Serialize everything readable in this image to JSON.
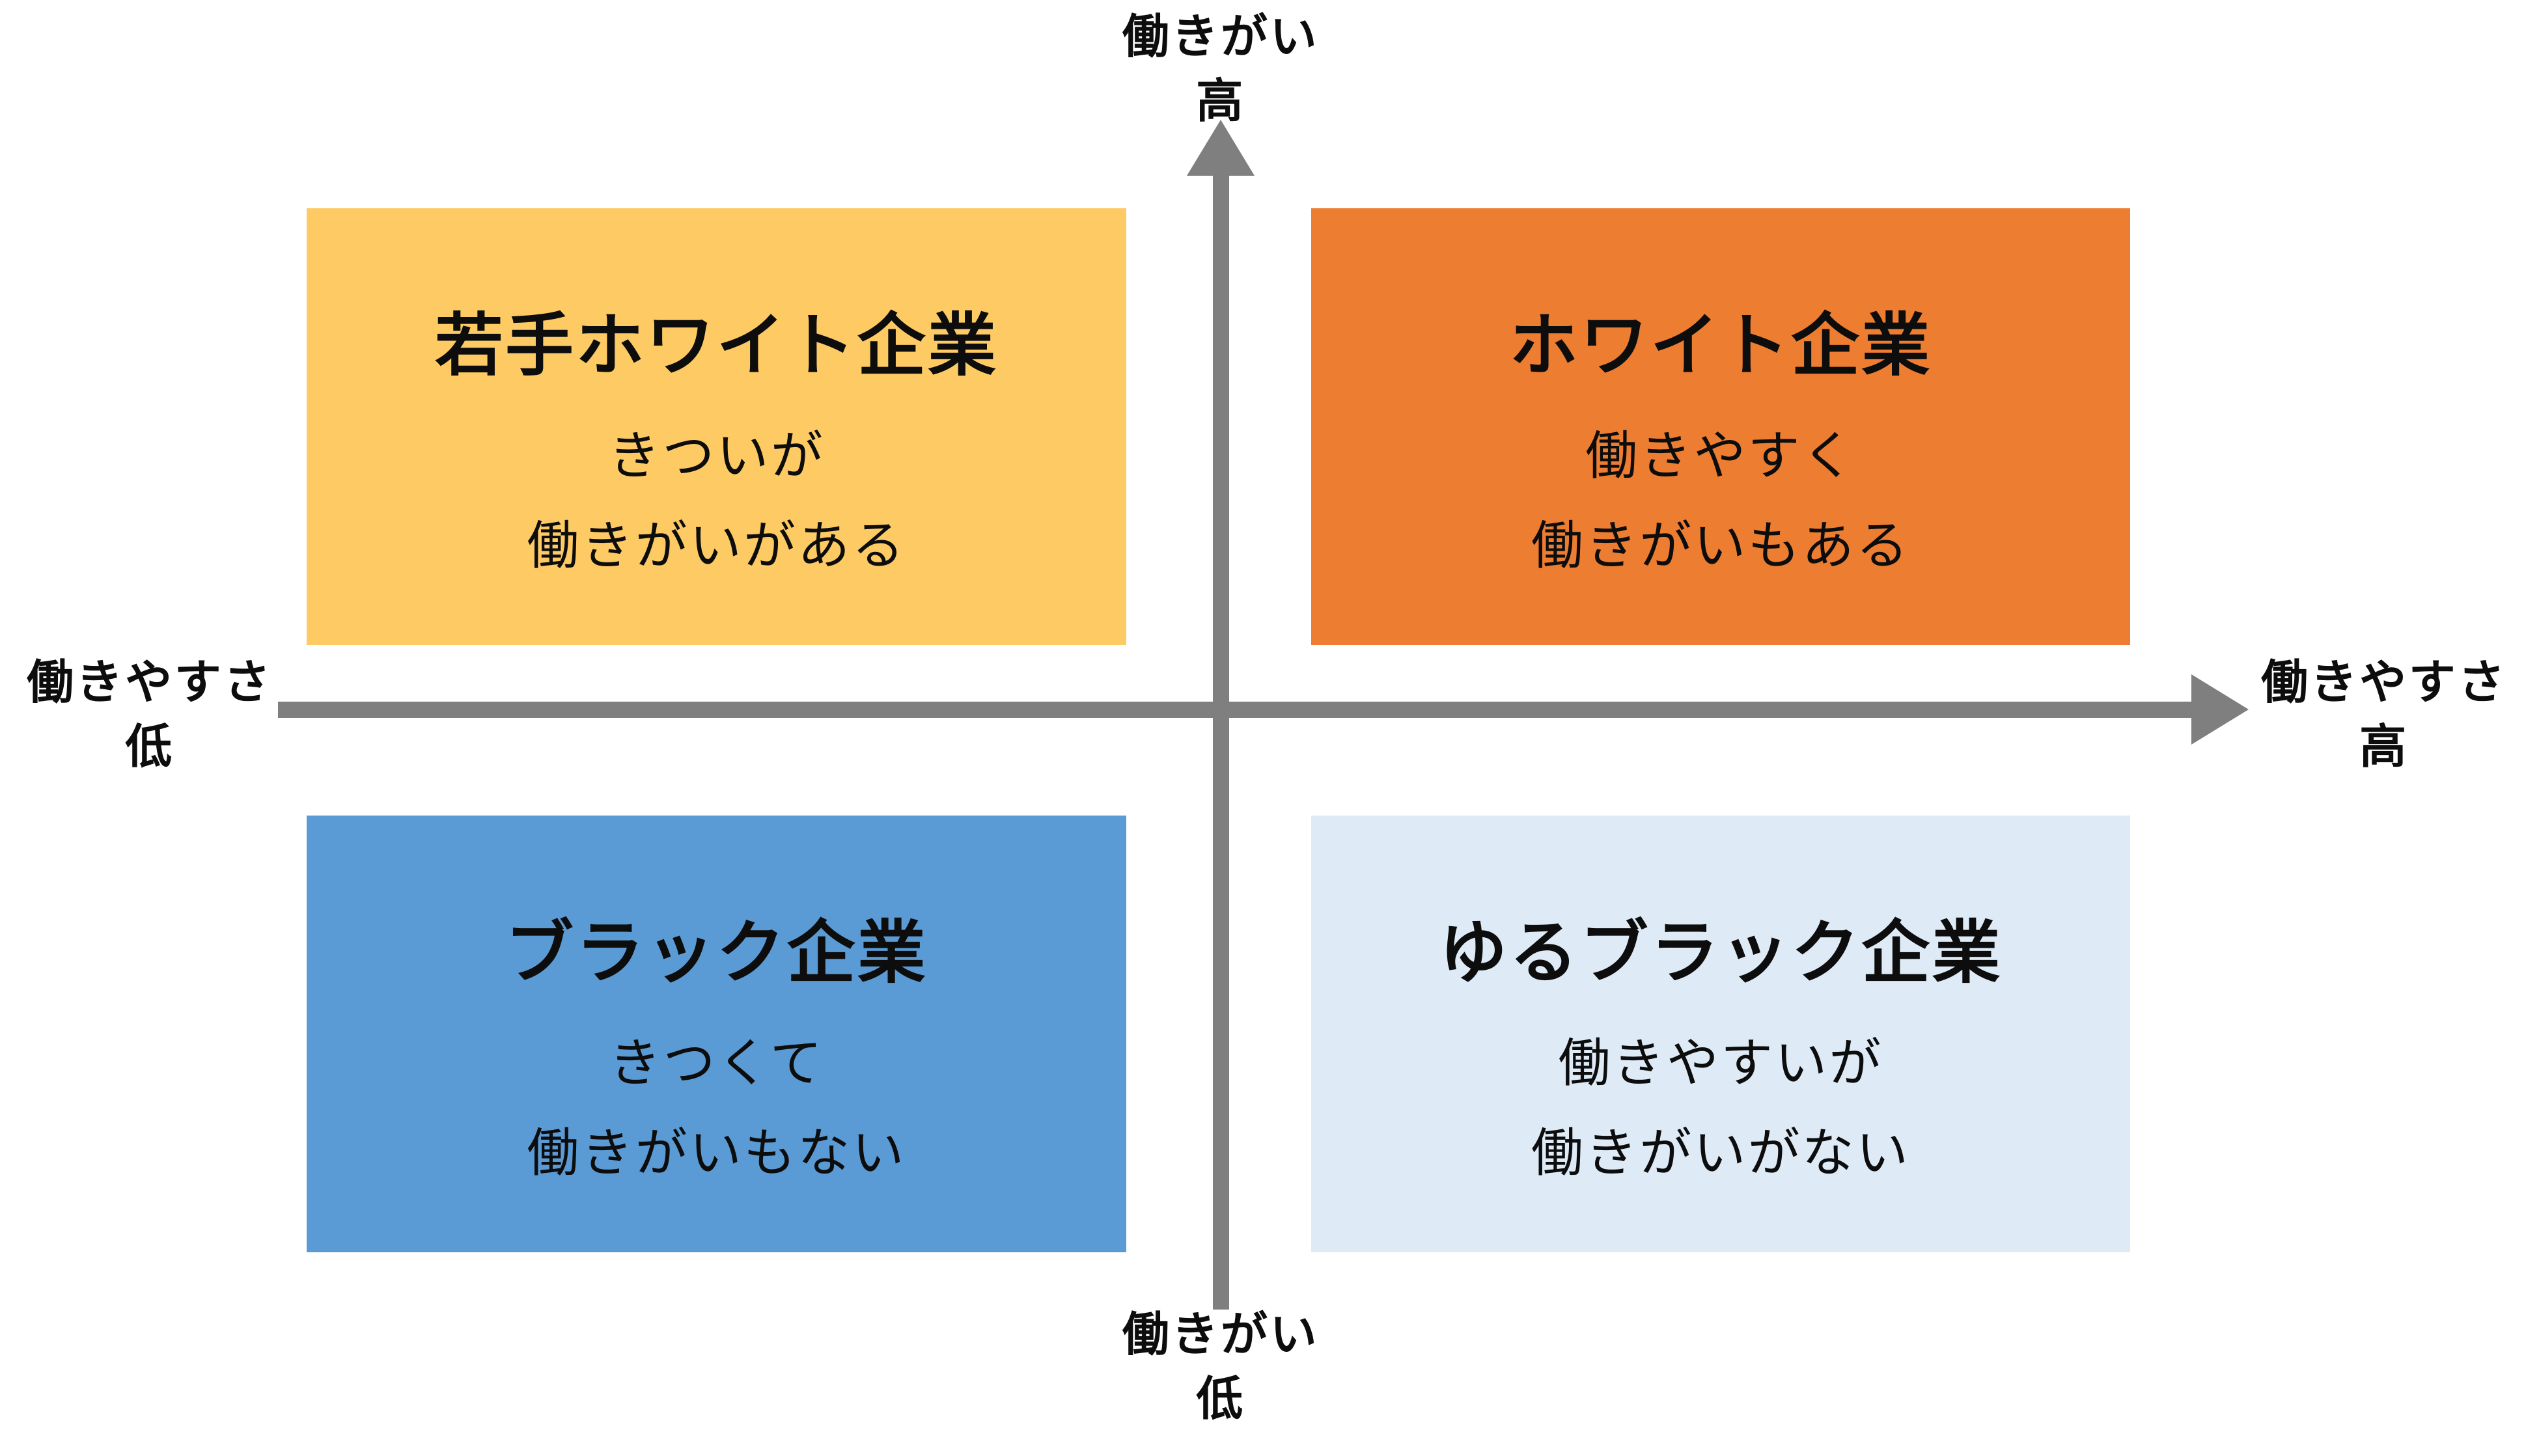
{
  "diagram": {
    "background_color": "#FFFFFF",
    "text_color": "#0D0D0D",
    "axis_color": "#7F7F7F",
    "quadrants": [
      {
        "position": "top-left",
        "title": "若手ホワイト企業",
        "subtitle_line1": "きついが",
        "subtitle_line2": "働きがいがある",
        "color": "#FDCA63"
      },
      {
        "position": "top-right",
        "title": "ホワイト企業",
        "subtitle_line1": "働きやすく",
        "subtitle_line2": "働きがいもある",
        "color": "#ED7D31"
      },
      {
        "position": "bottom-left",
        "title": "ブラック企業",
        "subtitle_line1": "きつくて",
        "subtitle_line2": "働きがいもない",
        "color": "#5B9BD5"
      },
      {
        "position": "bottom-right",
        "title": "ゆるブラック企業",
        "subtitle_line1": "働きやすいが",
        "subtitle_line2": "働きがいがない",
        "color": "#DEEBF7"
      }
    ],
    "axis_labels": {
      "top": {
        "line1": "働きがい",
        "line2": "高"
      },
      "bottom": {
        "line1": "働きがい",
        "line2": "低"
      },
      "left": {
        "line1": "働きやすさ",
        "line2": "低"
      },
      "right": {
        "line1": "働きやすさ",
        "line2": "高"
      }
    }
  }
}
